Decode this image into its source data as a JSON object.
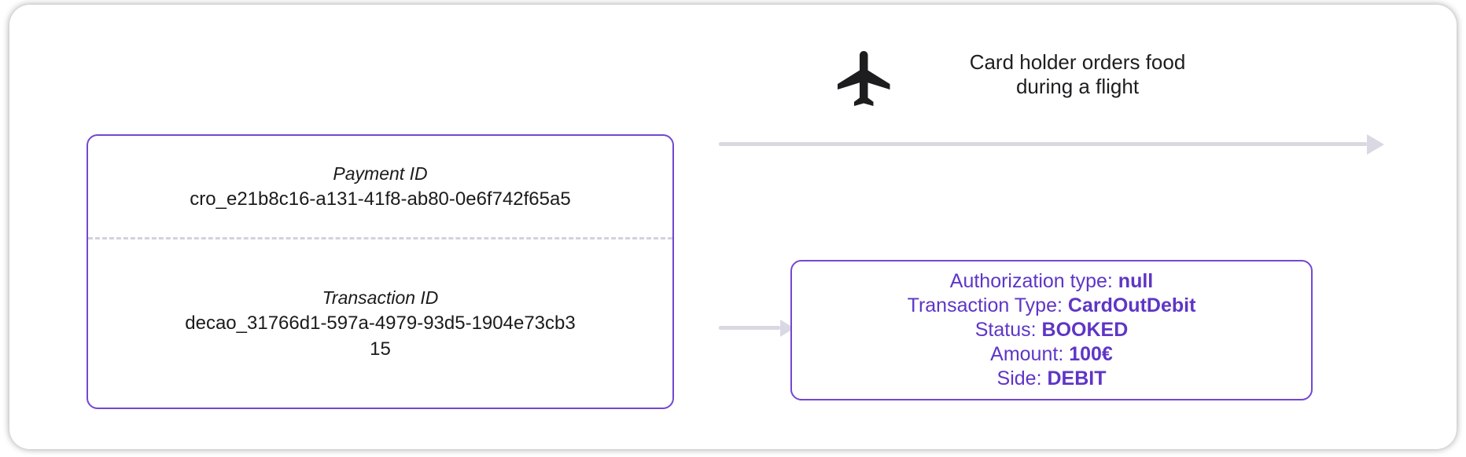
{
  "left_box": {
    "payment": {
      "label": "Payment ID",
      "id": "cro_e21b8c16-a131-41f8-ab80-0e6f742f65a5"
    },
    "transaction": {
      "label": "Transaction ID",
      "id": "decao_31766d1-597a-4979-93d5-1904e73cb315"
    }
  },
  "annotation": {
    "icon": "airplane-icon",
    "line1": "Card holder orders food",
    "line2": "during a flight"
  },
  "result_box": {
    "rows": [
      {
        "label": "Authorization type:",
        "value": "null"
      },
      {
        "label": "Transaction Type:",
        "value": "CardOutDebit"
      },
      {
        "label": "Status:",
        "value": "BOOKED"
      },
      {
        "label": "Amount:",
        "value": "100€"
      },
      {
        "label": "Side:",
        "value": "DEBIT"
      }
    ]
  },
  "colors": {
    "box_border_purple": "#7347d1",
    "result_text_purple": "#5e35c6",
    "arrow_gray": "#d9d9e3",
    "dashed_divider_gray": "#d2d2dc",
    "body_text": "#1b1b1d",
    "plane_black": "#1d1d1f",
    "card_background": "#ffffff"
  }
}
